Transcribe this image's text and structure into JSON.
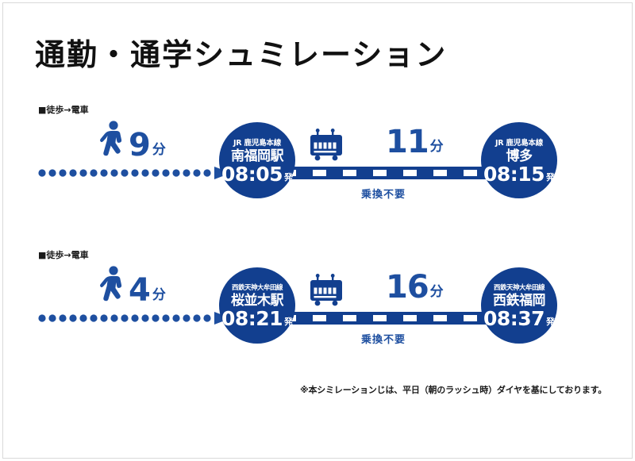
{
  "page": {
    "title": "通勤・通学シュミレーション",
    "footnote": "※本シミレーションじは、平日（朝のラッシュ時）ダイヤを基にしております。",
    "accent_blue": "#1e4fa0",
    "deep_blue": "#123f8f",
    "background": "#ffffff"
  },
  "routes": [
    {
      "label": "■徒歩→電車",
      "walk": {
        "icon": "walking-person-icon",
        "minutes": "9",
        "unit": "分"
      },
      "origin": {
        "line": "JR 鹿児島本線",
        "name": "南福岡駅",
        "time": "08:05",
        "departure_suffix": "発"
      },
      "train": {
        "icon": "train-icon",
        "minutes": "11",
        "unit": "分",
        "note": "乗換不要"
      },
      "destination": {
        "line": "JR 鹿児島本線",
        "name": "博多",
        "time": "08:15",
        "departure_suffix": "発"
      }
    },
    {
      "label": "■徒歩→電車",
      "walk": {
        "icon": "walking-person-icon",
        "minutes": "4",
        "unit": "分"
      },
      "origin": {
        "line": "西鉄天神大牟田線",
        "name": "桜並木駅",
        "time": "08:21",
        "departure_suffix": "発"
      },
      "train": {
        "icon": "train-icon",
        "minutes": "16",
        "unit": "分",
        "note": "乗換不要"
      },
      "destination": {
        "line": "西鉄天神大牟田線",
        "name": "西鉄福岡",
        "time": "08:37",
        "departure_suffix": "発"
      }
    }
  ]
}
